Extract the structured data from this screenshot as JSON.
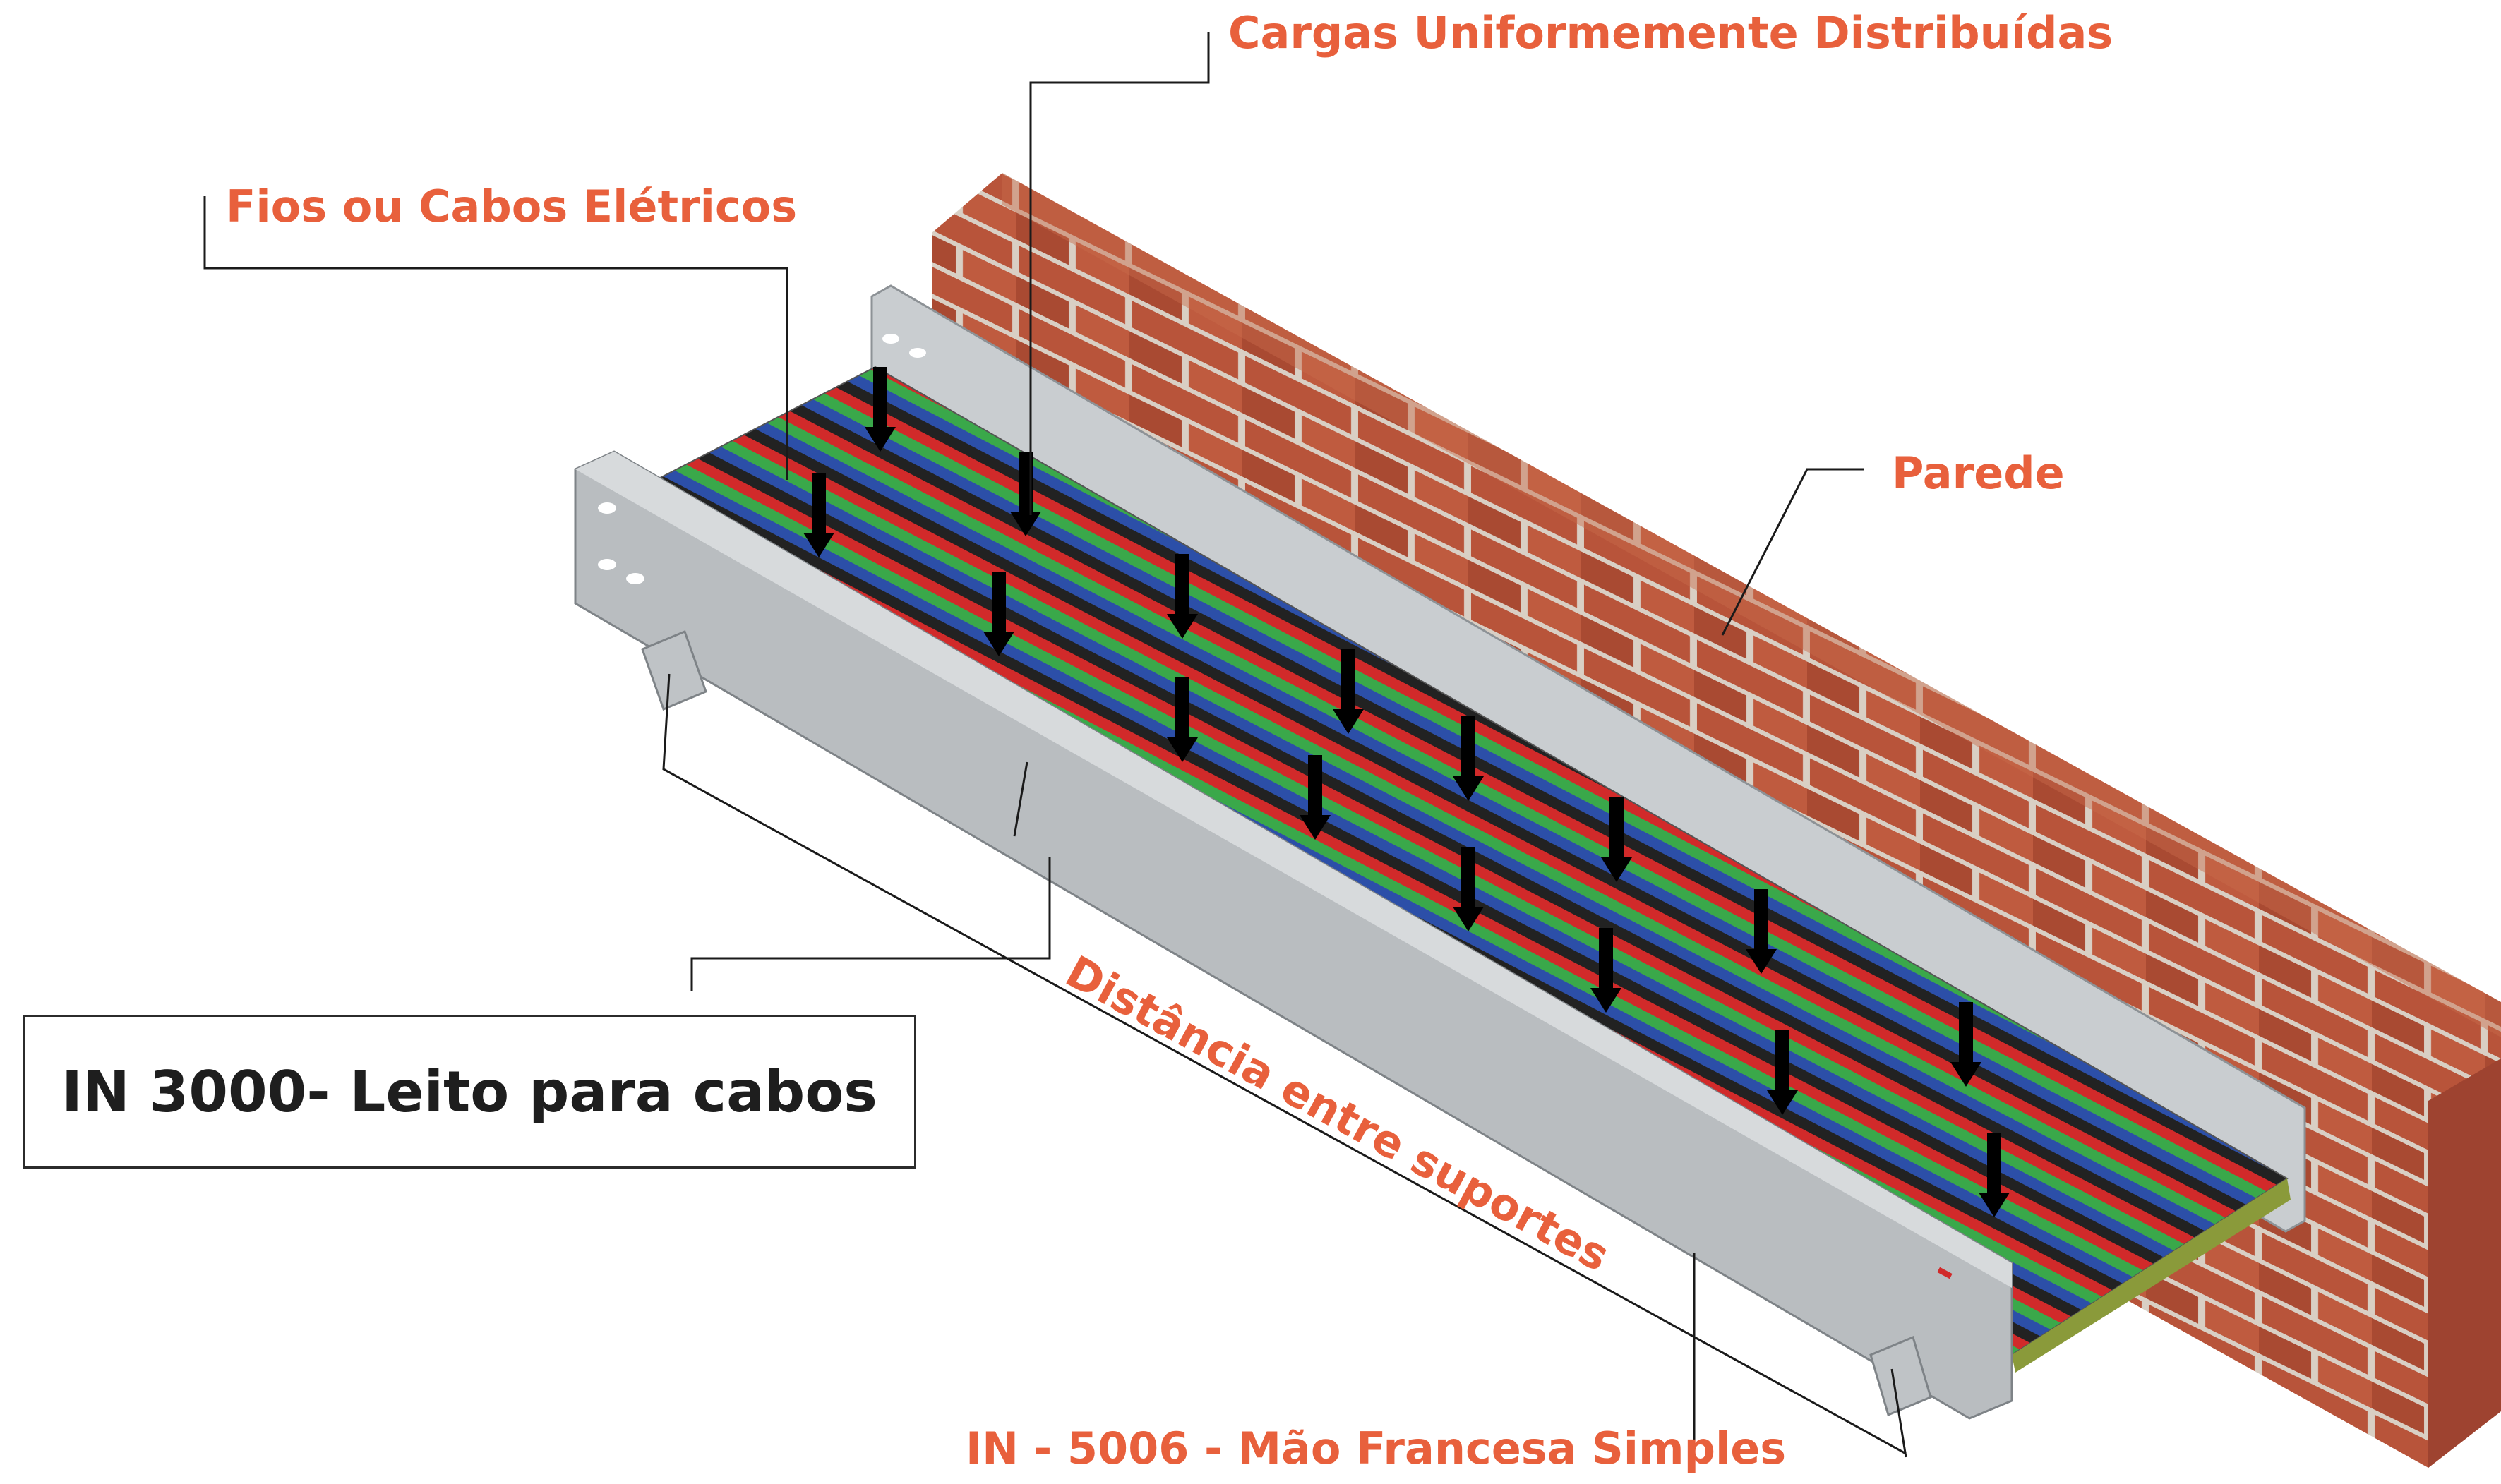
{
  "labels": {
    "cargas": "Cargas Uniformemente Distribuídas",
    "fios": "Fios ou Cabos Elétricos",
    "parede": "Parede",
    "distancia": "Distância entre suportes",
    "mao_francesa": "IN - 5006 - Mão Francesa Simples",
    "leito": "IN 3000- Leito para cabos"
  },
  "colors": {
    "label": "#e8603c",
    "brick": "#b8543a",
    "mortar": "#d9cfc4",
    "tray": "#c4c8cb",
    "cable_red": "#d12a2a",
    "cable_green": "#3aa84a",
    "cable_blue": "#2c4fa8",
    "arrow": "#000000"
  }
}
